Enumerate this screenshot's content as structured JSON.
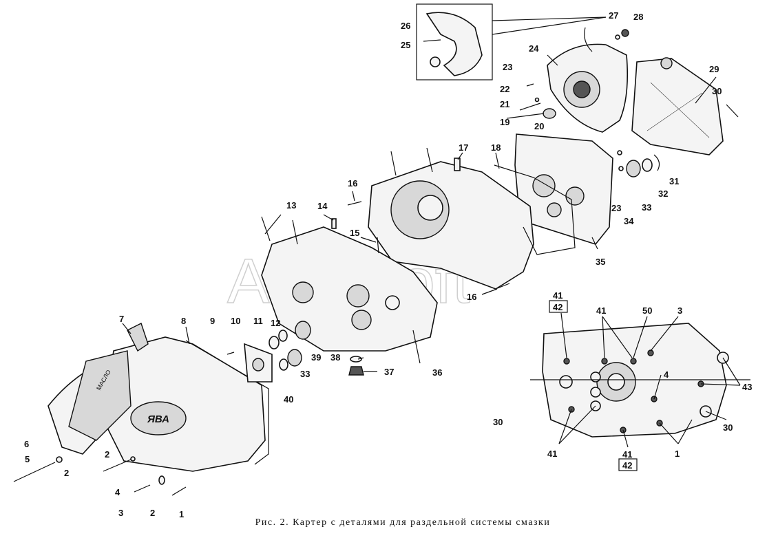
{
  "caption": "Рис. 2. Картер с деталями для раздельной системы смазки",
  "watermark": "Alfa-Soft",
  "cover_text": {
    "oil_label": "МАСЛО",
    "logo": "ЯВА"
  },
  "labels": {
    "l1a": "1",
    "l2a": "2",
    "l3": "3",
    "l2b": "2",
    "l4": "4",
    "l2c": "2",
    "l5": "5",
    "l6": "6",
    "l7": "7",
    "l8": "8",
    "l9": "9",
    "l10": "10",
    "l11": "11",
    "l12": "12",
    "l39": "39",
    "l33a": "33",
    "l40": "40",
    "l38": "38",
    "l37": "37",
    "l36": "36",
    "l13": "13",
    "l14": "14",
    "l15": "15",
    "l16a": "16",
    "l16b": "16",
    "l17": "17",
    "l18": "18",
    "l35": "35",
    "l34": "34",
    "l23a": "23",
    "l33b": "33",
    "l32": "32",
    "l31": "31",
    "l19": "19",
    "l20": "20",
    "l21": "21",
    "l22": "22",
    "l23b": "23",
    "l24": "24",
    "l25": "25",
    "l26": "26",
    "l27": "27",
    "l28": "28",
    "l29": "29",
    "l30a": "30",
    "r41a": "41",
    "r42a": "42",
    "r41b": "41",
    "r50": "50",
    "r3": "3",
    "r4": "4",
    "r43": "43",
    "r30a": "30",
    "r30b": "30",
    "r41c": "41",
    "r41d": "41",
    "r42b": "42",
    "r1": "1"
  }
}
